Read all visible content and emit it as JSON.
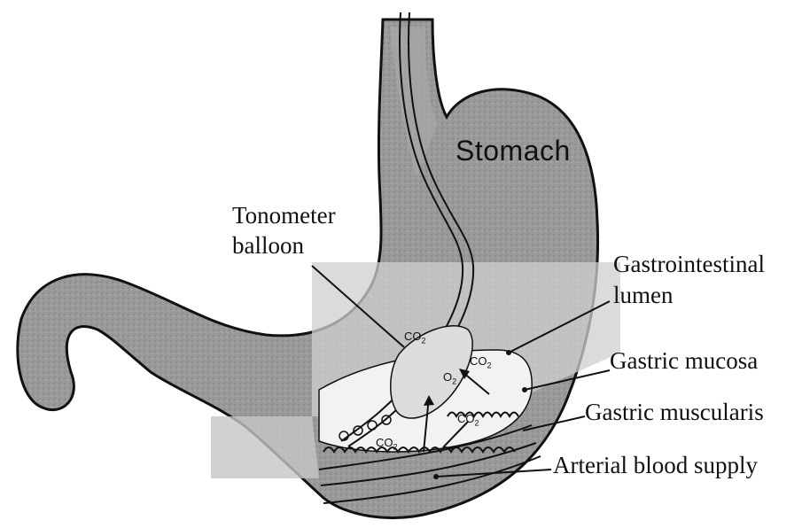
{
  "diagram": {
    "title": "Stomach",
    "labels": {
      "tonometer_balloon_line1": "Tonometer",
      "tonometer_balloon_line2": "balloon",
      "gi_lumen_line1": "Gastrointestinal",
      "gi_lumen_line2": "lumen",
      "gastric_mucosa": "Gastric mucosa",
      "gastric_muscularis": "Gastric muscularis",
      "arterial_blood_supply": "Arterial blood supply"
    },
    "molecules": {
      "co2_base": "CO",
      "co2_sub": "2",
      "o2_base": "O",
      "o2_sub": "2"
    }
  }
}
